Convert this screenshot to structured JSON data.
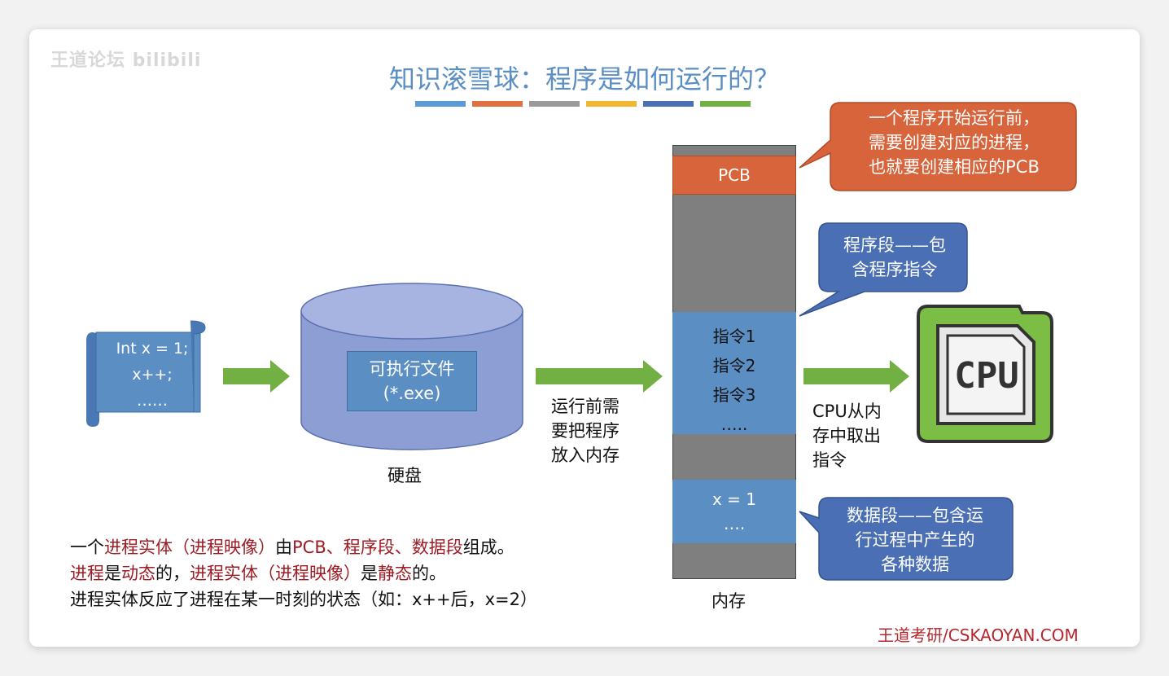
{
  "watermark": "王道论坛 bilibili",
  "title": "知识滚雪球：程序是如何运行的？",
  "color_bar": [
    "#5b9bd5",
    "#e07040",
    "#9a9a9a",
    "#f2b731",
    "#4a6fb5",
    "#72b043"
  ],
  "source_code": {
    "lines": [
      "Int x = 1;",
      "x++;",
      "……"
    ]
  },
  "disk": {
    "file_label": "可执行文件",
    "file_ext": "(*.exe)",
    "caption": "硬盘"
  },
  "arrow_load_label": [
    "运行前需",
    "要把程序",
    "放入内存"
  ],
  "memory": {
    "pcb_label": "PCB",
    "instructions": [
      "指令1",
      "指令2",
      "指令3",
      "….."
    ],
    "data": [
      "x = 1",
      "…."
    ],
    "caption": "内存"
  },
  "callouts": {
    "pcb": [
      "一个程序开始运行前，",
      "需要创建对应的进程，",
      "也就要创建相应的PCB"
    ],
    "code_segment": [
      "程序段——包",
      "含程序指令"
    ],
    "data_segment": [
      "数据段——包含运",
      "行过程中产生的",
      "各种数据"
    ]
  },
  "arrow_fetch_label": [
    "CPU从内",
    "存中取出",
    "指令"
  ],
  "cpu_label": "CPU",
  "bottom_text": {
    "line1": [
      {
        "t": "一个",
        "hl": false
      },
      {
        "t": "进程实体（进程映像）",
        "hl": true
      },
      {
        "t": "由",
        "hl": false
      },
      {
        "t": "PCB、程序段、数据段",
        "hl": true
      },
      {
        "t": "组成。",
        "hl": false
      }
    ],
    "line2": [
      {
        "t": "进程",
        "hl": true
      },
      {
        "t": "是",
        "hl": false
      },
      {
        "t": "动态",
        "hl": true
      },
      {
        "t": "的，",
        "hl": false
      },
      {
        "t": "进程实体（进程映像）",
        "hl": true
      },
      {
        "t": "是",
        "hl": false
      },
      {
        "t": "静态",
        "hl": true
      },
      {
        "t": "的。",
        "hl": false
      }
    ],
    "line3": "进程实体反应了进程在某一时刻的状态（如：x++后，x=2）"
  },
  "footer": "王道考研/CSKAOYAN.COM",
  "colors": {
    "orange": "#d8643c",
    "blue": "#4a6fb5",
    "arrow_green": "#72b043",
    "highlight": "#9e1b24"
  }
}
